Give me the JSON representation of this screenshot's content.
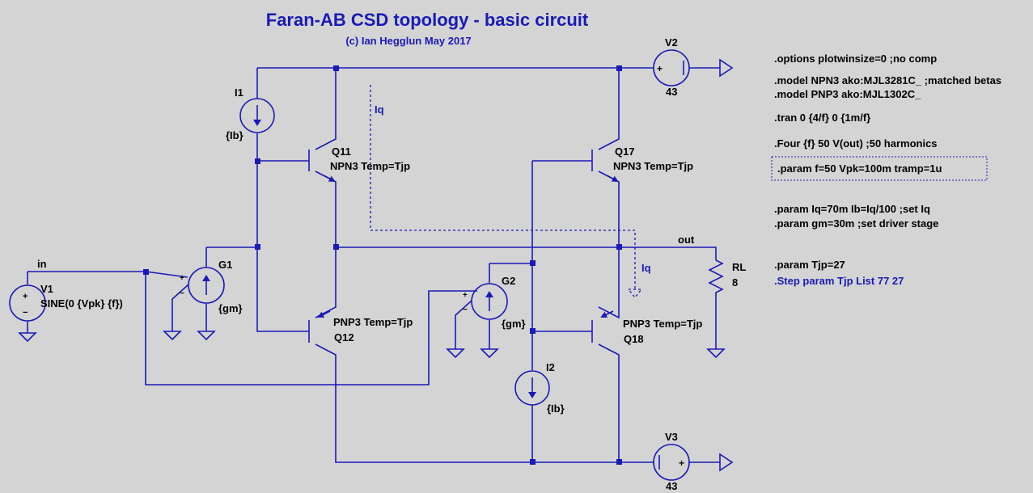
{
  "title": "Faran-AB CSD topology - basic circuit",
  "subtitle": "(c) Ian Hegglun May 2017",
  "colors": {
    "wire": "#1a1ab8",
    "background": "#d4d4d4",
    "text": "#000000"
  },
  "components": {
    "v1": {
      "name": "V1",
      "value": "SINE(0 {Vpk} {f})"
    },
    "v2": {
      "name": "V2",
      "value": "43"
    },
    "v3": {
      "name": "V3",
      "value": "43"
    },
    "i1": {
      "name": "I1",
      "value": "{Ib}"
    },
    "i2": {
      "name": "I2",
      "value": "{Ib}"
    },
    "g1": {
      "name": "G1",
      "value": "{gm}"
    },
    "g2": {
      "name": "G2",
      "value": "{gm}"
    },
    "q11": {
      "name": "Q11",
      "model": "NPN3 Temp=Tjp"
    },
    "q12": {
      "name": "Q12",
      "model": "PNP3 Temp=Tjp"
    },
    "q17": {
      "name": "Q17",
      "model": "NPN3 Temp=Tjp"
    },
    "q18": {
      "name": "Q18",
      "model": "PNP3 Temp=Tjp"
    },
    "rl": {
      "name": "RL",
      "value": "8"
    }
  },
  "net_labels": {
    "in": "in",
    "out": "out",
    "iq_top": "Iq",
    "iq_probe": "Iq"
  },
  "polarity": {
    "plus": "+",
    "minus": "−"
  },
  "directives": [
    ".options plotwinsize=0 ;no comp",
    ".model NPN3 ako:MJL3281C_ ;matched betas",
    ".model PNP3 ako:MJL1302C_",
    ".tran 0 {4/f} 0 {1m/f}",
    ".Four {f} 50 V(out)  ;50 harmonics",
    ".param f=50  Vpk=100m  tramp=1u",
    ".param Iq=70m  Ib=Iq/100  ;set Iq",
    ".param gm=30m ;set driver stage",
    ".param Tjp=27",
    ".Step param Tjp List 77 27"
  ]
}
